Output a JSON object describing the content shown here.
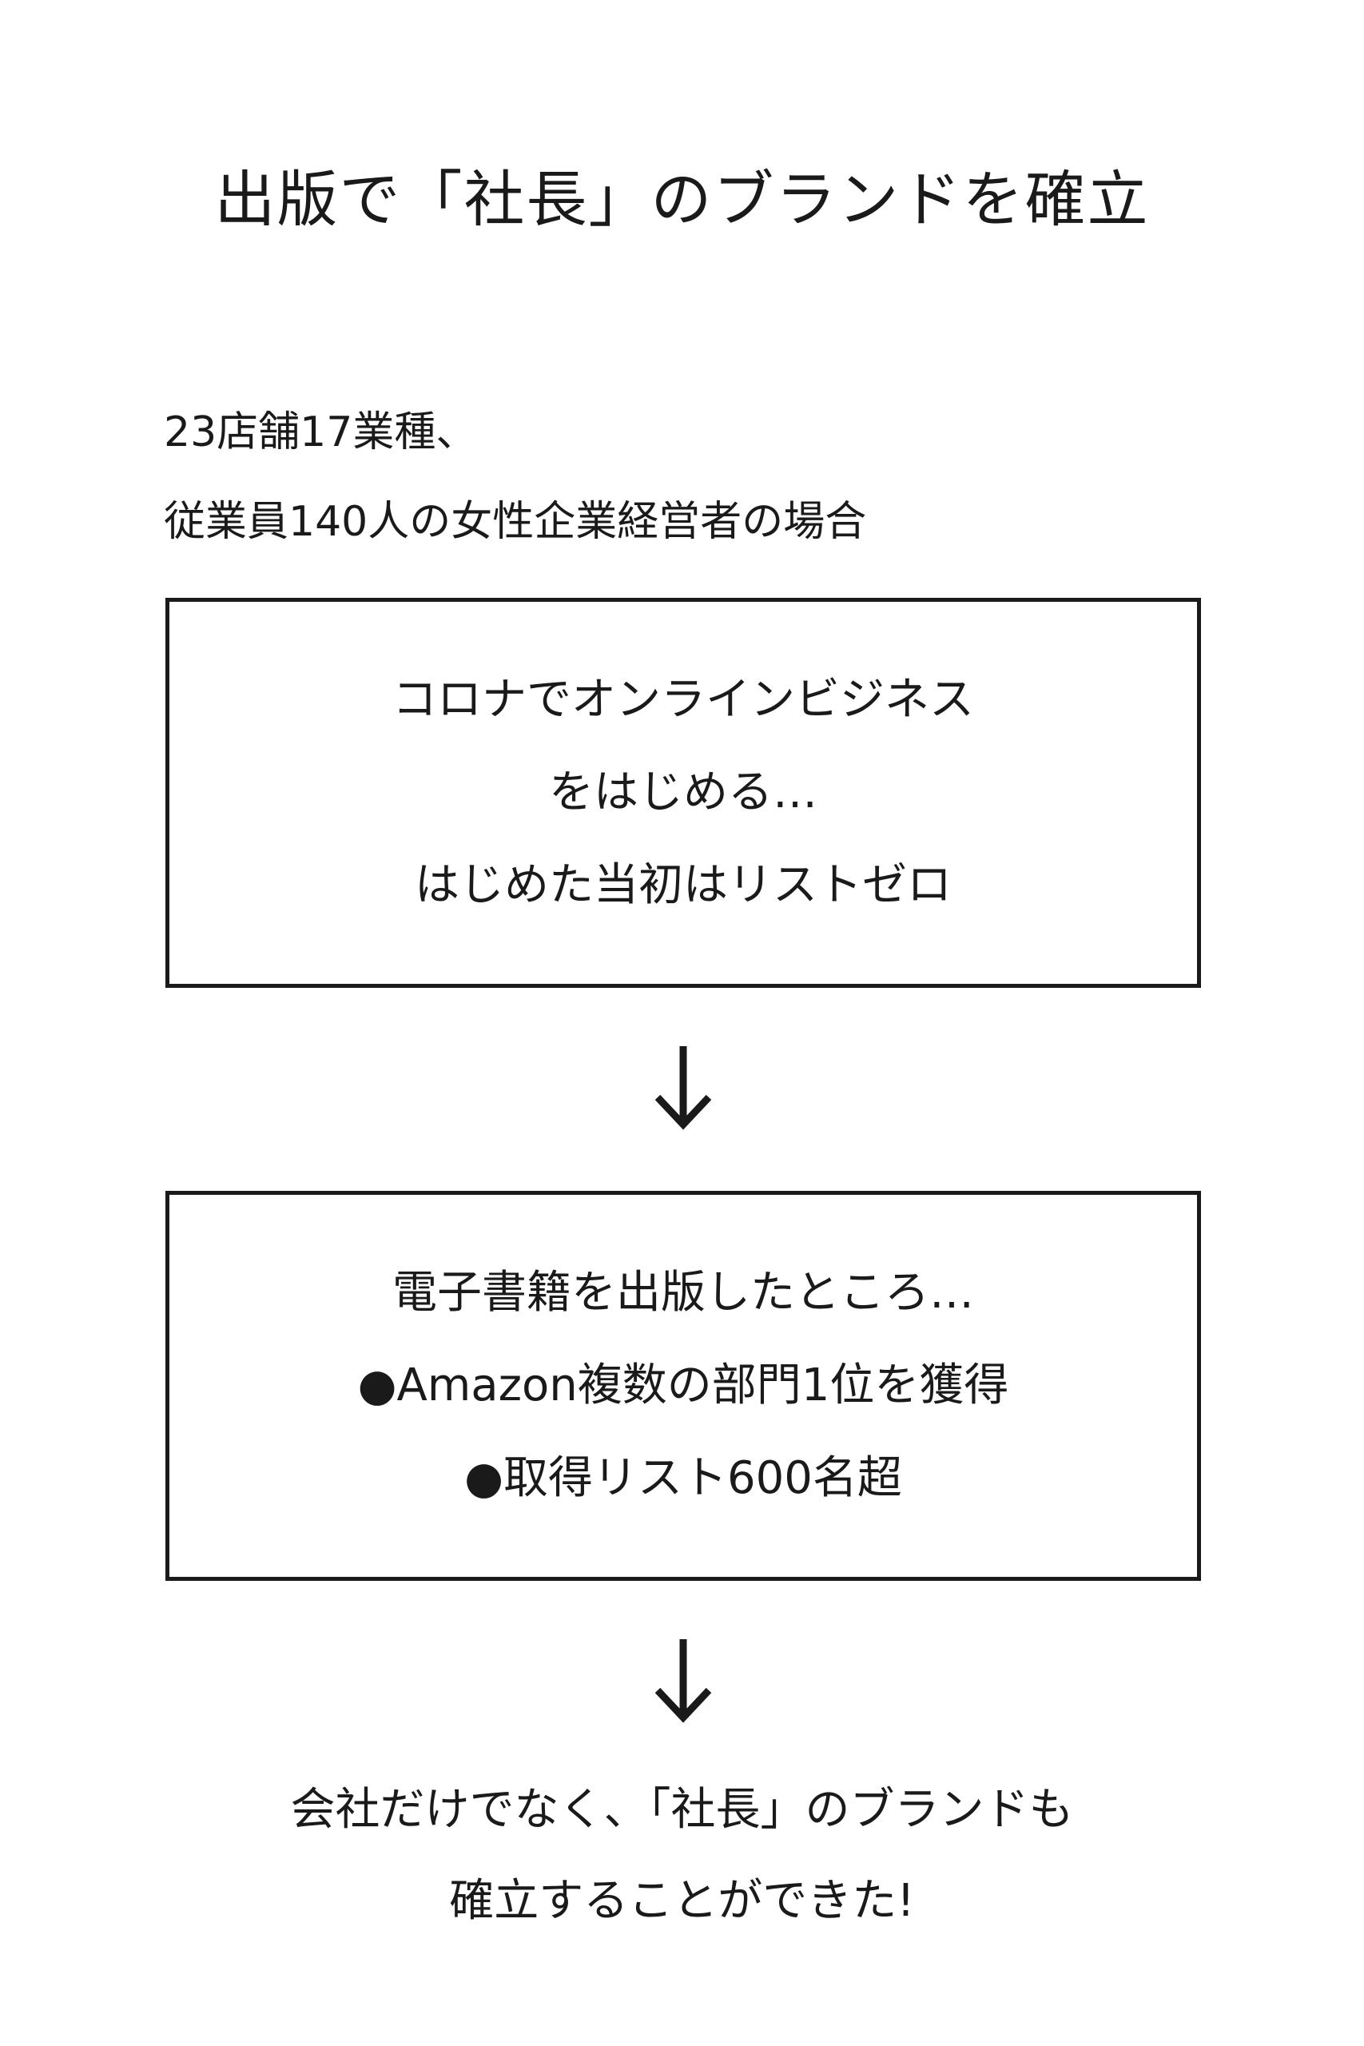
{
  "title": "出版で「社長」のブランドを確立",
  "intro": {
    "lines": [
      "23店舗17業種、",
      "従業員140人の女性企業経営者の場合"
    ]
  },
  "box1": {
    "lines": [
      "コロナでオンラインビジネス",
      "をはじめる…",
      "はじめた当初はリストゼロ"
    ]
  },
  "box2": {
    "lines": [
      "電子書籍を出版したところ…",
      "●Amazon複数の部門1位を獲得",
      "●取得リスト600名超"
    ]
  },
  "conclusion": {
    "lines": [
      "会社だけでなく、「社長」のブランドも",
      "確立することができた!"
    ]
  },
  "colors": {
    "text": "#1a1a1a",
    "border": "#1a1a1a",
    "background": "#ffffff"
  },
  "icons": {
    "flow_arrow": "arrow-down-icon"
  }
}
